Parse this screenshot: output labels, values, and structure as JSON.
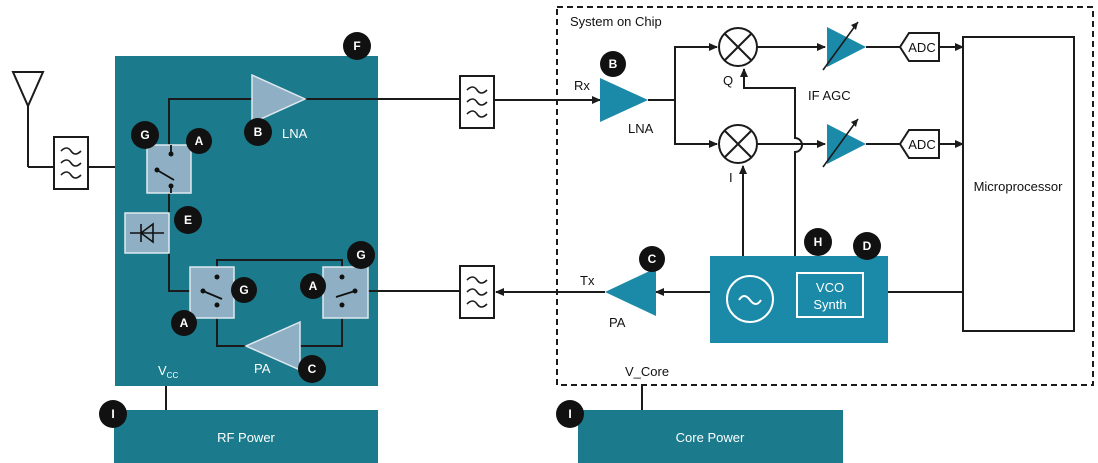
{
  "soc_label": "System on Chip",
  "labels": {
    "lna_rf": "LNA",
    "pa_rf": "PA",
    "vcc_main": "V",
    "vcc_sub": "CC",
    "rx": "Rx",
    "tx": "Tx",
    "lna_soc": "LNA",
    "pa_soc": "PA",
    "q": "Q",
    "i": "I",
    "if_agc": "IF AGC",
    "adc_top": "ADC",
    "adc_bot": "ADC",
    "microprocessor": "Microprocessor",
    "vco_line1": "VCO",
    "vco_line2": "Synth",
    "v_core": "V_Core",
    "rf_power": "RF Power",
    "core_power": "Core Power"
  },
  "badges": {
    "f": "F",
    "g1": "G",
    "a1": "A",
    "b_rf": "B",
    "e": "E",
    "g2": "G",
    "g3": "G",
    "a2": "A",
    "a3": "A",
    "c_rf": "C",
    "b_soc": "B",
    "c_soc": "C",
    "h": "H",
    "d": "D",
    "i_rf": "I",
    "i_core": "I"
  },
  "colors": {
    "teal": "#1b7a8c",
    "light_blue": "#8fb0c4",
    "soc_blue": "#1a8aa8",
    "badge": "#111111",
    "line": "#1b1b1b"
  }
}
